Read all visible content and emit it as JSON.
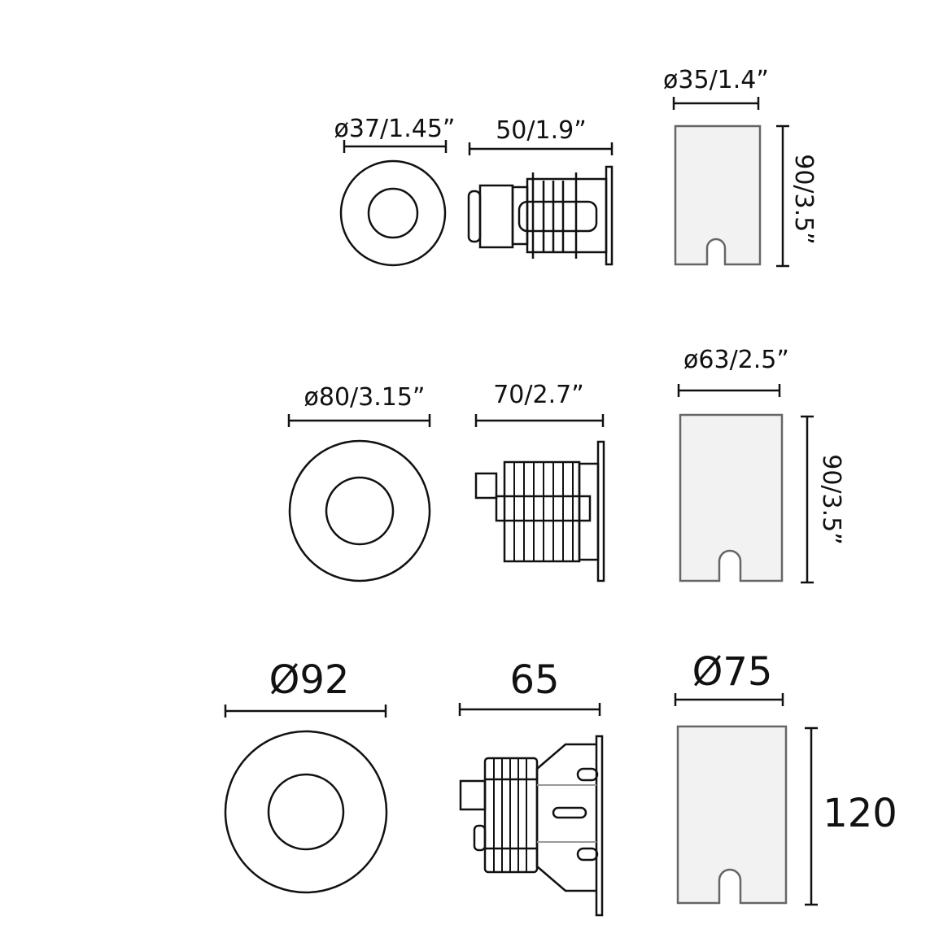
{
  "rows": [
    {
      "front_diameter": "ø37/1.45”",
      "depth": "50/1.9”",
      "cutout_diameter": "ø35/1.4”",
      "cutout_depth": "90/3.5”"
    },
    {
      "front_diameter": "ø80/3.15”",
      "depth": "70/2.7”",
      "cutout_diameter": "ø63/2.5”",
      "cutout_depth": "90/3.5”"
    },
    {
      "front_diameter": "Ø92",
      "depth": "65",
      "cutout_diameter": "Ø75",
      "cutout_depth": "120"
    }
  ]
}
